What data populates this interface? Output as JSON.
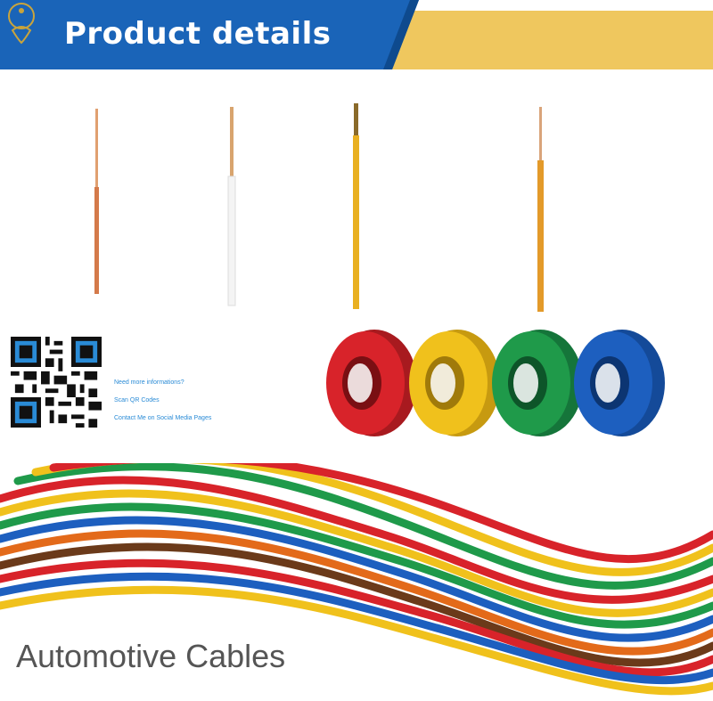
{
  "header": {
    "title": "Product details",
    "colors": {
      "blue": "#1a64b8",
      "gold": "#efc75e"
    },
    "logo_icon": "peacock-logo"
  },
  "wires": [
    {
      "name": "copper-wire",
      "color": "#d47a4a"
    },
    {
      "name": "white-wire",
      "color": "#f4f4f4"
    },
    {
      "name": "yellow-wire",
      "color": "#e9b021"
    },
    {
      "name": "orange-wire",
      "color": "#e39a2a"
    }
  ],
  "qr_section": {
    "lines": [
      "Need more informations?",
      "Scan QR Codes",
      "Contact Me on Social Media Pages"
    ],
    "qr_icon": "qr-code"
  },
  "spools": [
    {
      "name": "red-spool",
      "color": "#d8232a"
    },
    {
      "name": "yellow-spool",
      "color": "#f0c11c"
    },
    {
      "name": "green-spool",
      "color": "#1f9a4a"
    },
    {
      "name": "blue-spool",
      "color": "#1d5fbf"
    }
  ],
  "footer": {
    "title": "Automotive Cables"
  }
}
